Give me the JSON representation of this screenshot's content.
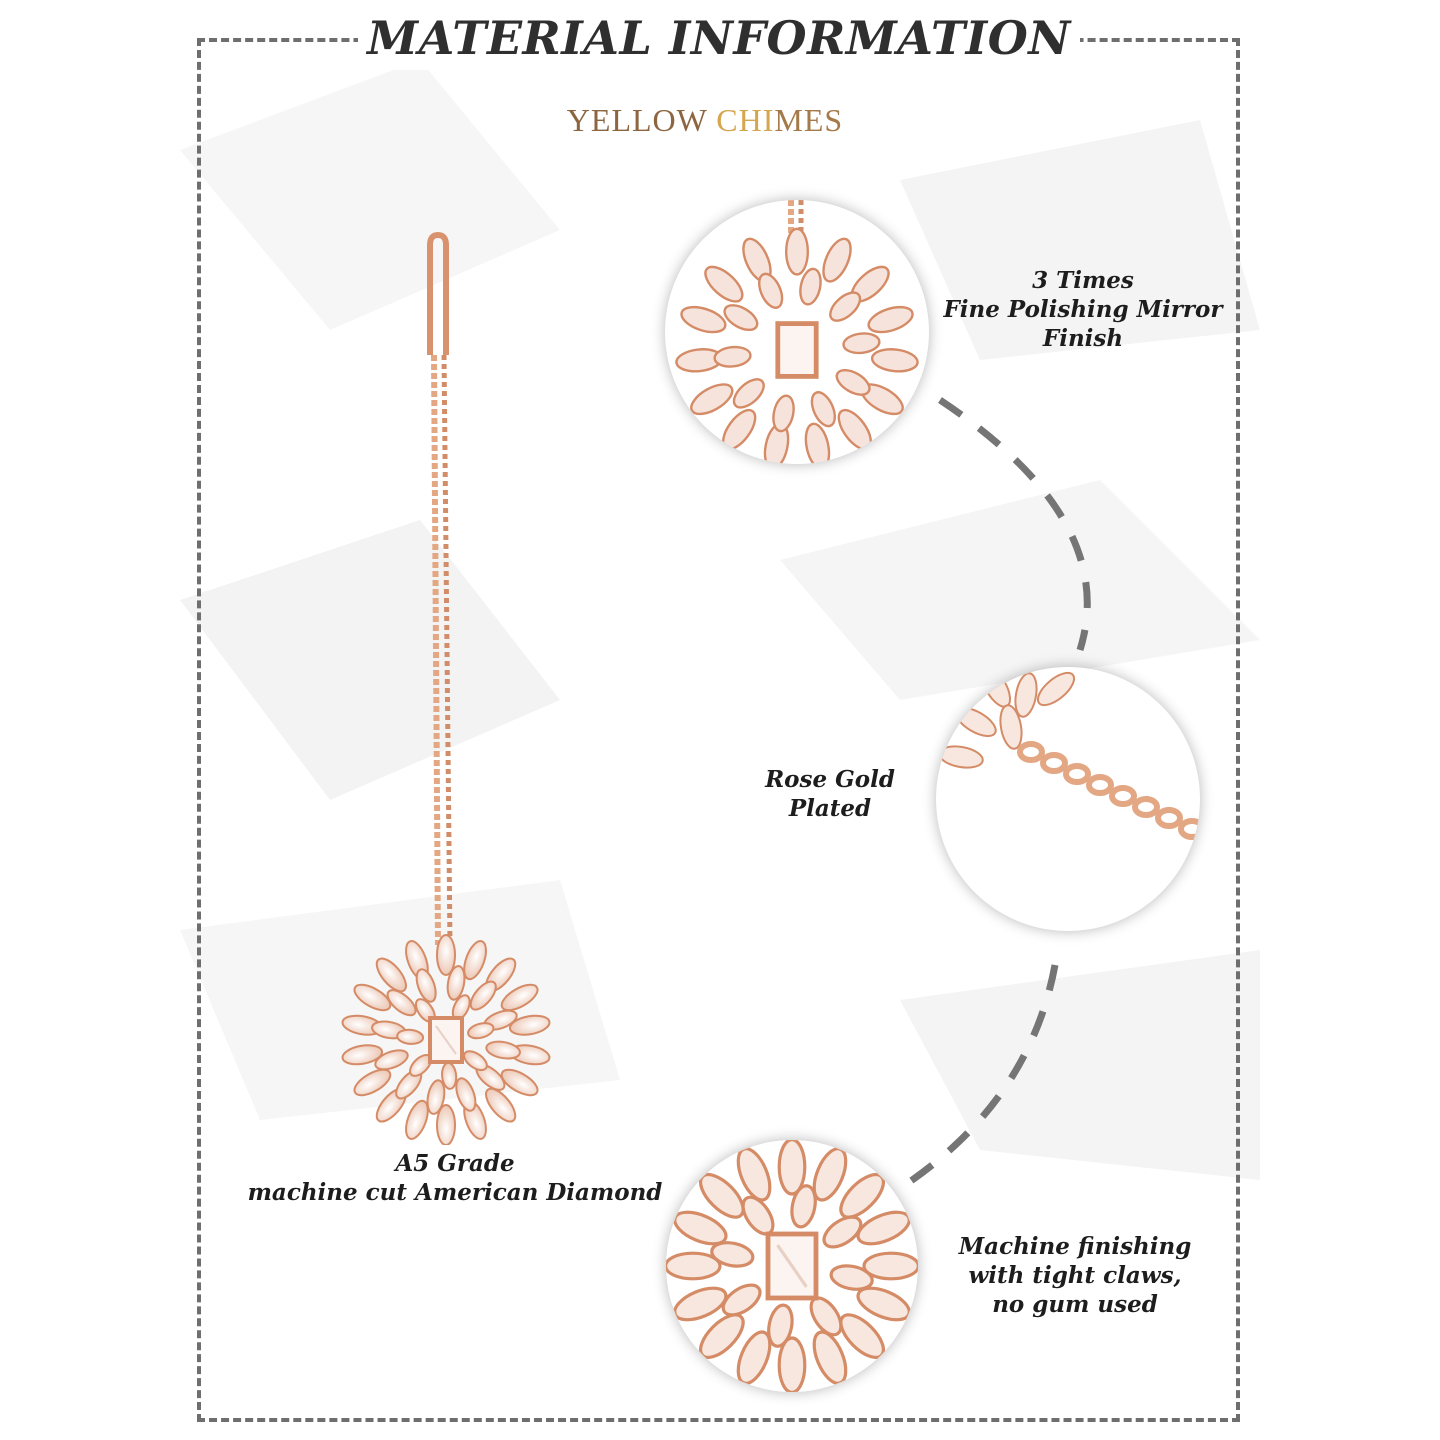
{
  "header": {
    "title": "MATERIAL INFORMATION",
    "brand_part1": "YELLOW",
    "brand_part2": " CHI",
    "brand_part3": "MES"
  },
  "features": [
    {
      "lines": [
        "3 Times",
        "Fine Polishing Mirror",
        "Finish"
      ]
    },
    {
      "lines": [
        "Rose Gold",
        "Plated"
      ]
    },
    {
      "lines": [
        "A5 Grade",
        "machine cut American Diamond"
      ]
    },
    {
      "lines": [
        "Machine finishing",
        "with tight claws,",
        "no gum used"
      ]
    }
  ],
  "colors": {
    "rose_gold": "#e3a783",
    "rose_gold_dark": "#c98462",
    "stone": "#f7e7df",
    "frame": "#6e6e6e",
    "title": "#2f2f2f"
  },
  "product": {
    "photo": "rose-gold-maang-tikka-photo",
    "detail_1": "pendant-closeup",
    "detail_2": "chain-closeup",
    "detail_3": "stone-closeup"
  }
}
